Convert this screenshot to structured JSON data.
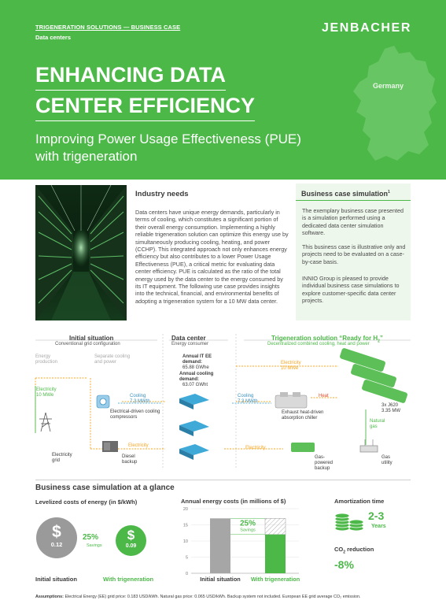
{
  "header": {
    "eyebrow": "TRIGENERATION SOLUTIONS — BUSINESS CASE",
    "section": "Data centers",
    "logo": "JENBACHER",
    "country": "Germany",
    "title_line1": "ENHANCING DATA",
    "title_line2": "CENTER EFFICIENCY",
    "subtitle_line1": "Improving Power Usage Effectiveness (PUE)",
    "subtitle_line2": "with trigeneration"
  },
  "industry": {
    "title": "Industry needs",
    "body": "Data centers have unique energy demands, particularly in terms of cooling, which constitutes a significant portion of their overall energy consumption. Implementing a highly reliable trigeneration solution can optimize this energy use by simultaneously producing cooling, heating, and power (CCHP). This integrated approach not only enhances energy efficiency but also contributes to a lower Power Usage Effectiveness (PUE), a critical metric for evaluating data center efficiency. PUE is calculated as the ratio of the total energy used by the data center to the energy consumed by its IT equipment. The following use case provides insights into the technical, financial, and environmental benefits of adopting a trigeneration system for a 10 MW data center."
  },
  "business_case": {
    "title": "Business case simulation",
    "footnote_mark": "1",
    "p1": "The exemplary business case presented is a simulation performed using a dedicated data center simulation software.",
    "p2": "This business case is illustrative only and projects need to be evaluated on a case-by-case basis.",
    "p3": "INNIO Group is pleased to provide individual business case simulations to explore customer-specific data center projects."
  },
  "diagram": {
    "initial_title": "Initial situation",
    "initial_sub": "Conventional grid configuration",
    "energy_production": "Energy production",
    "separate": "Separate cooling and power",
    "electricity_utility": "Electricity 10 MWe",
    "cooling_left": "Cooling",
    "cooling_left_val": "7.3 MWth",
    "compressors": "Electrical-driven cooling compressors",
    "electricity_grid": "Electricity grid",
    "electricity_mid": "Electricity",
    "diesel": "Diesel backup",
    "dc_title": "Data center",
    "dc_sub": "Energy consumer",
    "it_label": "Annual IT EE demand:",
    "it_val": "65.88 GWhe",
    "cool_label": "Annual cooling demand:",
    "cool_val": "63.07 GWht",
    "tri_title": "Trigeneration solution “Ready for H",
    "tri_sub_2": "2",
    "tri_title_end": "”",
    "tri_sub": "Decentralized combined cooling, heat and power",
    "electricity_right": "Electricity",
    "electricity_right_val": "10 MWe",
    "cooling_right": "Cooling",
    "cooling_right_val": "7.3 MWth",
    "heat": "Heat",
    "chiller": "Exhaust heat-driven absorption chiller",
    "engines": "3x J620",
    "engines_val": "3.35 MW",
    "natural_gas": "Natural gas",
    "electricity_bottom": "Electricity",
    "gas_backup": "Gas-powered backup",
    "gas_utility": "Gas utility"
  },
  "glance": {
    "title": "Business case simulation at a glance",
    "lcoe_title": "Levelized costs of energy (in $/kWh)",
    "lcoe_initial": "0.12",
    "lcoe_tri": "0.09",
    "lcoe_savings_pct": "25%",
    "lcoe_savings_label": "Savings",
    "label_initial": "Initial situation",
    "label_tri": "With trigeneration",
    "annual_title": "Annual energy costs (in millions of $)",
    "amort_title": "Amortization time",
    "amort_value": "2-3",
    "amort_unit": "Years",
    "co2_title": "CO",
    "co2_sub": "2",
    "co2_title_end": " reduction",
    "co2_value": "-8%"
  },
  "chart_data": {
    "type": "bar",
    "categories": [
      "Initial situation",
      "With trigeneration"
    ],
    "values": [
      17,
      12
    ],
    "ylim": [
      0,
      20
    ],
    "yticks": [
      "0",
      "5",
      "10",
      "15",
      "20"
    ],
    "savings_pct": "25%",
    "savings_label": "Savings",
    "colors": [
      "#a6a6a6",
      "#4cb848"
    ]
  },
  "assumptions": {
    "label": "Assumptions:",
    "text": "Electrical Energy (EE) grid price: 0.183 USD/kWh. Natural gas price: 0.065 USD/kWh. Backup system not included. European EE grid average CO₂ emission."
  }
}
